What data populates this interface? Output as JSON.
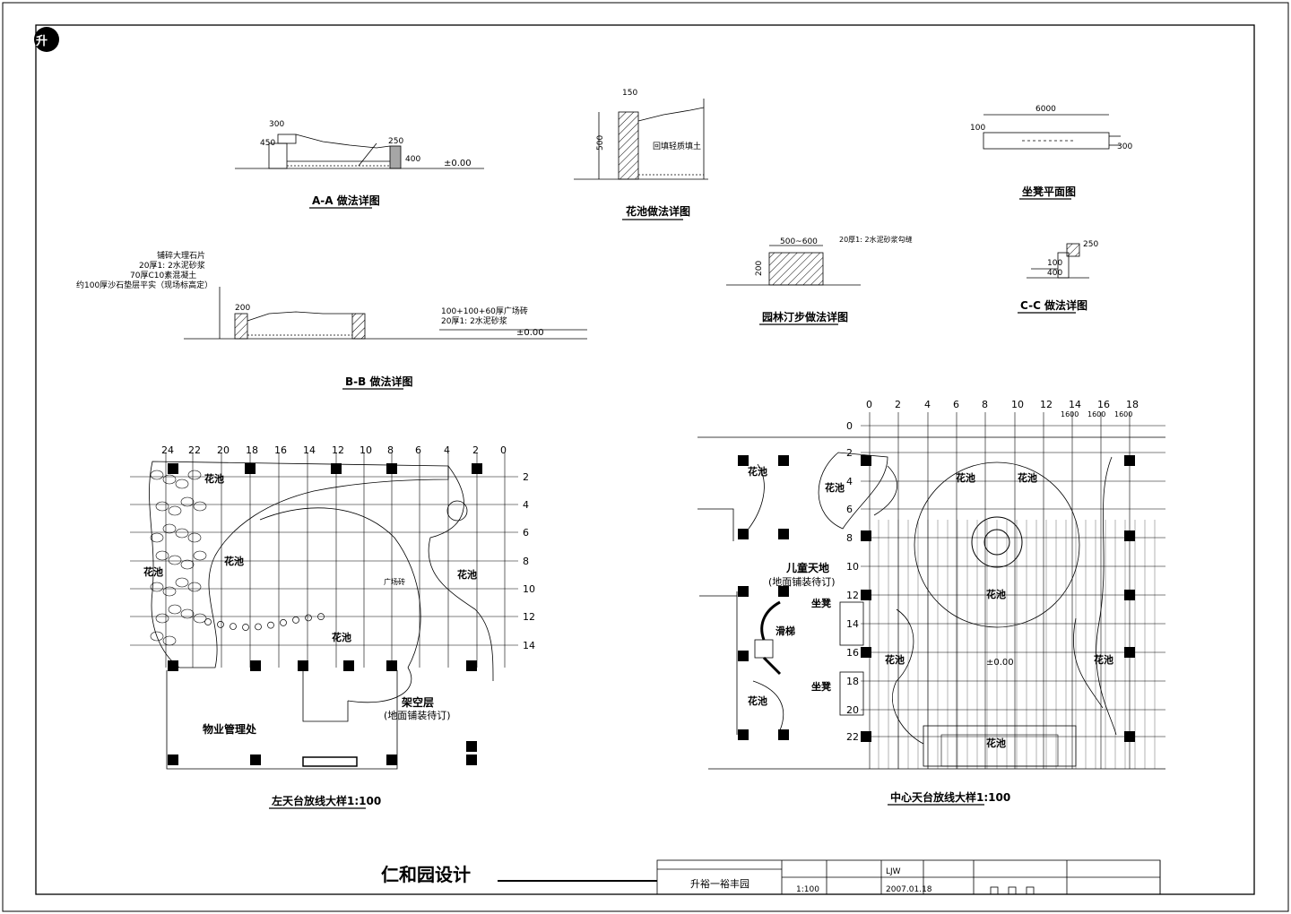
{
  "titles": {
    "aa": "A-A 做法详图",
    "pond": "花池做法详图",
    "bench": "坐凳平面图",
    "bb": "B-B 做法详图",
    "stepping": "园林汀步做法详图",
    "cc": "C-C 做法详图",
    "left": "左天台放线大样1:100",
    "center": "中心天台放线大样1:100"
  },
  "notes": {
    "aa_dim": "300",
    "aa_level": "±0.00",
    "aa_h1": "450",
    "aa_h2": "400",
    "aa_h3": "250",
    "pond_dim": "150",
    "pond_h": "500",
    "pond_mid": "回填轻质填土",
    "bench_w": "6000",
    "bench_h": "100",
    "bench_d": "300",
    "bb_lines": [
      "铺碎大理石片",
      "20厚1: 2水泥砂浆",
      "70厚C10素混凝土",
      "约100厚沙石垫层平实（现场标高定）"
    ],
    "bb_right": [
      "100+100+60厚广场砖",
      "20厚1: 2水泥砂浆"
    ],
    "bb_level": "±0.00",
    "bb_h": "200",
    "stepping_dim": "500~600",
    "stepping_h": "200",
    "stepping_note": "20厚1: 2水泥砂浆勾缝",
    "cc_dim": "250",
    "cc_h1": "100",
    "cc_h2": "400"
  },
  "left_plan": {
    "top_nums": [
      "24",
      "22",
      "20",
      "18",
      "16",
      "14",
      "12",
      "10",
      "8",
      "6",
      "4",
      "2",
      "0"
    ],
    "side_nums": [
      "2",
      "4",
      "6",
      "8",
      "10",
      "12",
      "14"
    ],
    "labels": {
      "pond1": "花池",
      "pond2": "花池",
      "pond3": "花池",
      "pond4": "花池",
      "pond5": "花池",
      "office": "物业管理处",
      "stilt": "架空层",
      "stilt_sub": "(地面铺装待订)",
      "square": "广场砖"
    }
  },
  "center_plan": {
    "top_nums": [
      "0",
      "2",
      "4",
      "6",
      "8",
      "10",
      "12",
      "14",
      "16",
      "18"
    ],
    "side_nums": [
      "0",
      "2",
      "4",
      "6",
      "8",
      "10",
      "12",
      "14",
      "16",
      "18",
      "20",
      "22"
    ],
    "labels": {
      "pond_a": "花池",
      "pond_b": "花池",
      "pond_c": "花池",
      "pond_d": "花池",
      "pond_e": "花池",
      "pond_f": "花池",
      "pond_g": "花池",
      "pond_h": "花池",
      "pond_i": "花池",
      "kids": "儿童天地",
      "kids_sub": "(地面铺装待订)",
      "slide": "滑梯",
      "bench1": "坐凳",
      "bench2": "坐凳",
      "level": "±0.00",
      "dim1": "1600",
      "dim2": "1600",
      "dim3": "1600"
    }
  },
  "title_block": {
    "project": "仁和园设计",
    "sub": "升裕一裕丰园",
    "scale": "1:100",
    "date": "2007.01.18",
    "drawer": "LJW"
  }
}
